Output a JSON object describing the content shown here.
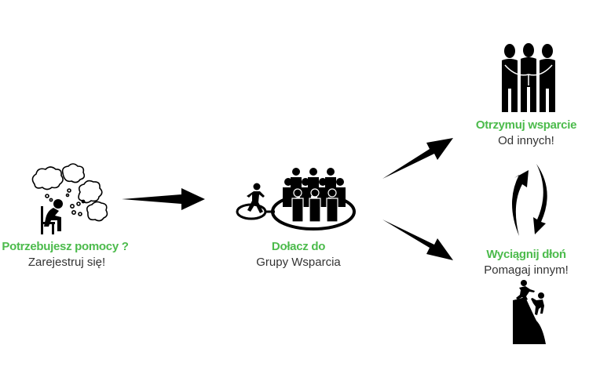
{
  "colors": {
    "accent": "#4cbb4c",
    "text": "#333333",
    "icon": "#000000",
    "background": "#ffffff"
  },
  "steps": [
    {
      "id": "need-help",
      "title": "Potrzebujesz pomocy ?",
      "subtitle": "Zarejestruj się!",
      "icon": "thinking-person-icon"
    },
    {
      "id": "join",
      "title": "Dołacz do",
      "subtitle": "Grupy Wsparcia",
      "icon": "join-group-icon"
    },
    {
      "id": "receive",
      "title": "Otrzymuj wsparcie",
      "subtitle": "Od innych!",
      "icon": "group-hug-icon"
    },
    {
      "id": "give",
      "title": "Wyciągnij dłoń",
      "subtitle": "Pomagaj innym!",
      "icon": "climbers-helping-icon"
    }
  ],
  "connectors": [
    {
      "from": "need-help",
      "to": "join",
      "icon": "arrow-right-icon"
    },
    {
      "from": "join",
      "to": "receive",
      "icon": "arrow-up-right-icon"
    },
    {
      "from": "join",
      "to": "give",
      "icon": "arrow-down-right-icon"
    },
    {
      "from": "receive",
      "to": "give",
      "icon": "cycle-arrows-icon"
    }
  ]
}
